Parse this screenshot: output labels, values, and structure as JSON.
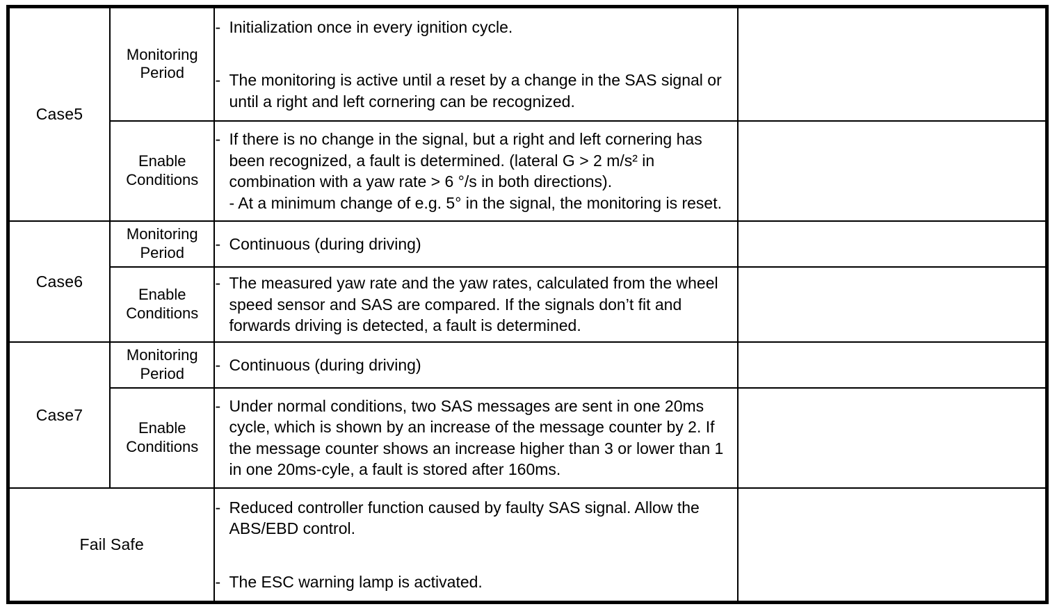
{
  "table": {
    "row_label_heading": "",
    "rows": [
      {
        "case": "Case5",
        "sub_rows": [
          {
            "kind_line1": "Monitoring",
            "kind_line2": "Period",
            "paragraphs": [
              {
                "dash": "-",
                "text": "Initialization once in every ignition cycle."
              },
              {
                "dash": "-",
                "text": "The monitoring is active until a reset by a change in the SAS signal or until a right and left cornering can be recognized."
              }
            ],
            "notes": ""
          },
          {
            "kind_line1": "Enable",
            "kind_line2": "Conditions",
            "paragraphs": [
              {
                "dash": "-",
                "text": "If there is no change in the signal, but a right and left cornering has been recognized, a fault is determined. (lateral G > 2 m/s² in combination with a yaw rate > 6 °/s in both directions)."
              },
              {
                "dash": "-",
                "text": "At a minimum change of e.g. 5° in the signal, the monitoring is reset."
              }
            ],
            "notes": ""
          }
        ]
      },
      {
        "case": "Case6",
        "sub_rows": [
          {
            "kind_line1": "Monitoring",
            "kind_line2": "Period",
            "paragraphs": [
              {
                "dash": "-",
                "text": "Continuous (during driving)"
              }
            ],
            "notes": ""
          },
          {
            "kind_line1": "Enable",
            "kind_line2": "Conditions",
            "paragraphs": [
              {
                "dash": "-",
                "text": "The measured yaw rate and the yaw rates, calculated from the wheel speed sensor and SAS are compared. If the signals don’t fit and forwards driving is detected, a fault is determined."
              }
            ],
            "notes": ""
          }
        ]
      },
      {
        "case": "Case7",
        "sub_rows": [
          {
            "kind_line1": "Monitoring",
            "kind_line2": "Period",
            "paragraphs": [
              {
                "dash": "-",
                "text": "Continuous (during driving)"
              }
            ],
            "notes": ""
          },
          {
            "kind_line1": "Enable",
            "kind_line2": "Conditions",
            "paragraphs": [
              {
                "dash": "-",
                "text": "Under normal conditions, two SAS messages are sent in one 20ms cycle, which is shown by an increase of the message counter by 2. If the message counter shows an increase higher than 3 or lower than 1 in one 20ms-cyle, a fault is stored after 160ms."
              }
            ],
            "notes": ""
          }
        ]
      },
      {
        "case": "Fail Safe",
        "spans_kind_column": true,
        "sub_rows": [
          {
            "kind_line1": "",
            "kind_line2": "",
            "paragraphs": [
              {
                "dash": "-",
                "text": "Reduced controller function caused by faulty SAS signal. Allow the ABS/EBD control."
              },
              {
                "dash": "-",
                "text": "The ESC warning lamp is activated."
              }
            ],
            "notes": ""
          }
        ]
      }
    ]
  },
  "colors": {
    "border": "#000000",
    "text": "#000000",
    "background": "#ffffff"
  }
}
